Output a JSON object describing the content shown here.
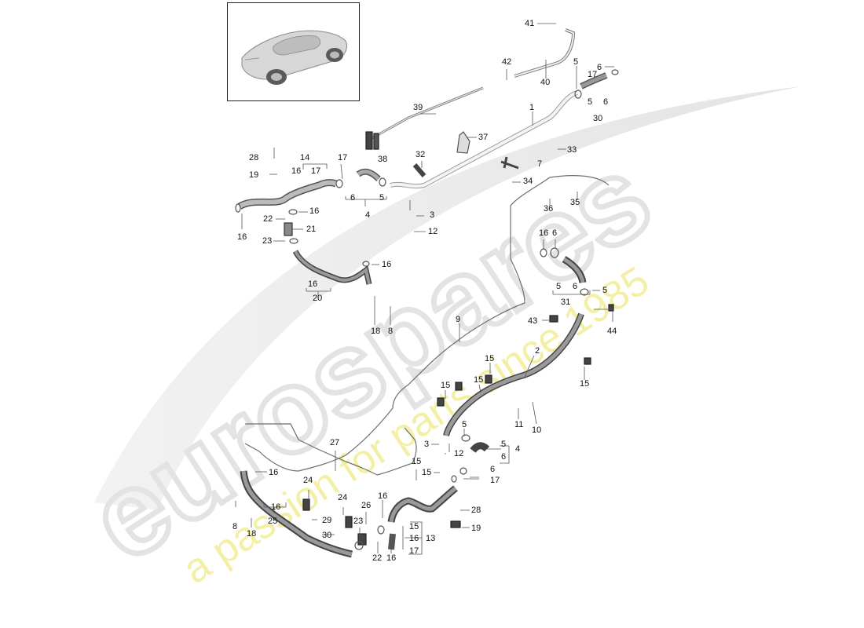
{
  "watermark": {
    "brand": "eurospares",
    "tagline": "a passion for parts since 1985",
    "brand_color": "#e6e6e6",
    "tagline_color": "#f4f0a8"
  },
  "thumbnail": {
    "icon": "car-icon"
  },
  "callouts": [
    "41",
    "42",
    "40",
    "5",
    "6",
    "17",
    "5",
    "6",
    "30",
    "39",
    "1",
    "37",
    "38",
    "32",
    "33",
    "7",
    "28",
    "14",
    "16",
    "17",
    "19",
    "17",
    "6",
    "5",
    "4",
    "16",
    "22",
    "16",
    "21",
    "23",
    "3",
    "12",
    "34",
    "36",
    "35",
    "16",
    "6",
    "16",
    "5",
    "6",
    "31",
    "5",
    "16",
    "20",
    "18",
    "8",
    "9",
    "43",
    "44",
    "2",
    "15",
    "15",
    "15",
    "15",
    "15",
    "11",
    "10",
    "5",
    "3",
    "12",
    "5",
    "4",
    "6",
    "27",
    "16",
    "15",
    "6",
    "17",
    "24",
    "16",
    "25",
    "8",
    "18",
    "29",
    "24",
    "26",
    "16",
    "23",
    "28",
    "30",
    "15",
    "16",
    "17",
    "13",
    "22",
    "16",
    "19"
  ]
}
